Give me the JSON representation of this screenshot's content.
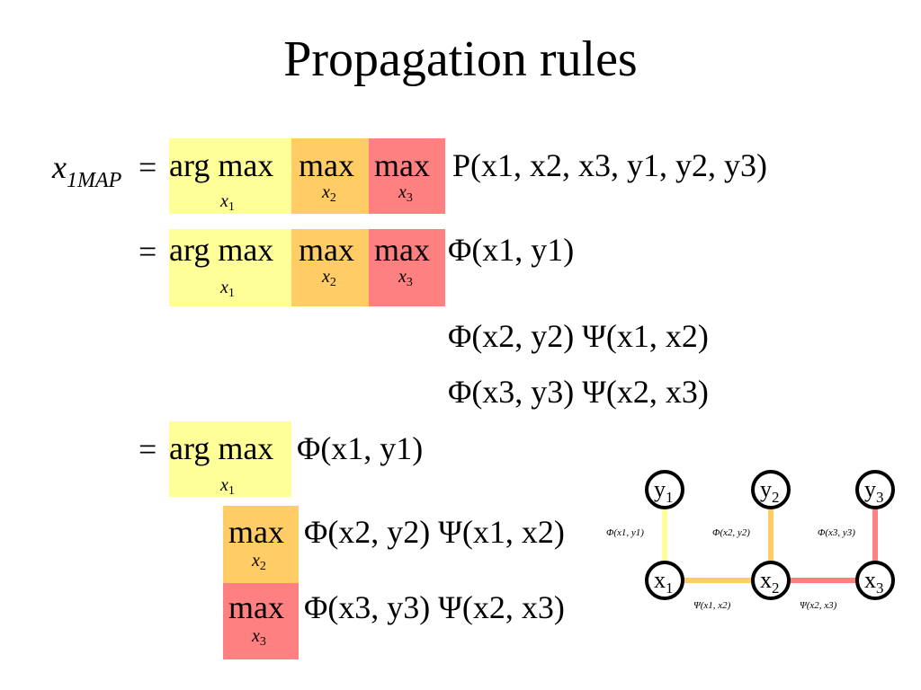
{
  "slide": {
    "title": "Propagation rules",
    "lhs": {
      "var": "x",
      "subscript": "1MAP"
    },
    "ops": {
      "equals": "=",
      "argmax": "arg max",
      "max": "max"
    },
    "vars": {
      "x1": "x",
      "x2": "x",
      "x3": "x",
      "sub1": "1",
      "sub2": "2",
      "sub3": "3"
    },
    "line1": {
      "expr": "P(x1, x2, x3, y1, y2, y3)"
    },
    "line2": {
      "expr": "Φ(x1, y1)",
      "cont1": "Φ(x2, y2) Ψ(x1, x2)",
      "cont2": "Φ(x3, y3) Ψ(x2, x3)"
    },
    "line3": {
      "expr": "Φ(x1, y1)",
      "row2": "Φ(x2, y2) Ψ(x1, x2)",
      "row3": "Φ(x3, y3) Ψ(x2, x3)"
    }
  },
  "colors": {
    "yellow": "#ffff99",
    "orange": "#ffcc66",
    "red": "#ff8080",
    "node_stroke": "#000000"
  },
  "graph": {
    "nodes": [
      {
        "id": "y1",
        "label": "y",
        "sub": "1"
      },
      {
        "id": "y2",
        "label": "y",
        "sub": "2"
      },
      {
        "id": "y3",
        "label": "y",
        "sub": "3"
      },
      {
        "id": "x1",
        "label": "x",
        "sub": "1"
      },
      {
        "id": "x2",
        "label": "x",
        "sub": "2"
      },
      {
        "id": "x3",
        "label": "x",
        "sub": "3"
      }
    ],
    "edge_labels": {
      "phi1": "Φ(x1, y1)",
      "phi2": "Φ(x2, y2)",
      "phi3": "Φ(x3, y3)",
      "psi12": "Ψ(x1, x2)",
      "psi23": "Ψ(x2, x3)"
    }
  }
}
